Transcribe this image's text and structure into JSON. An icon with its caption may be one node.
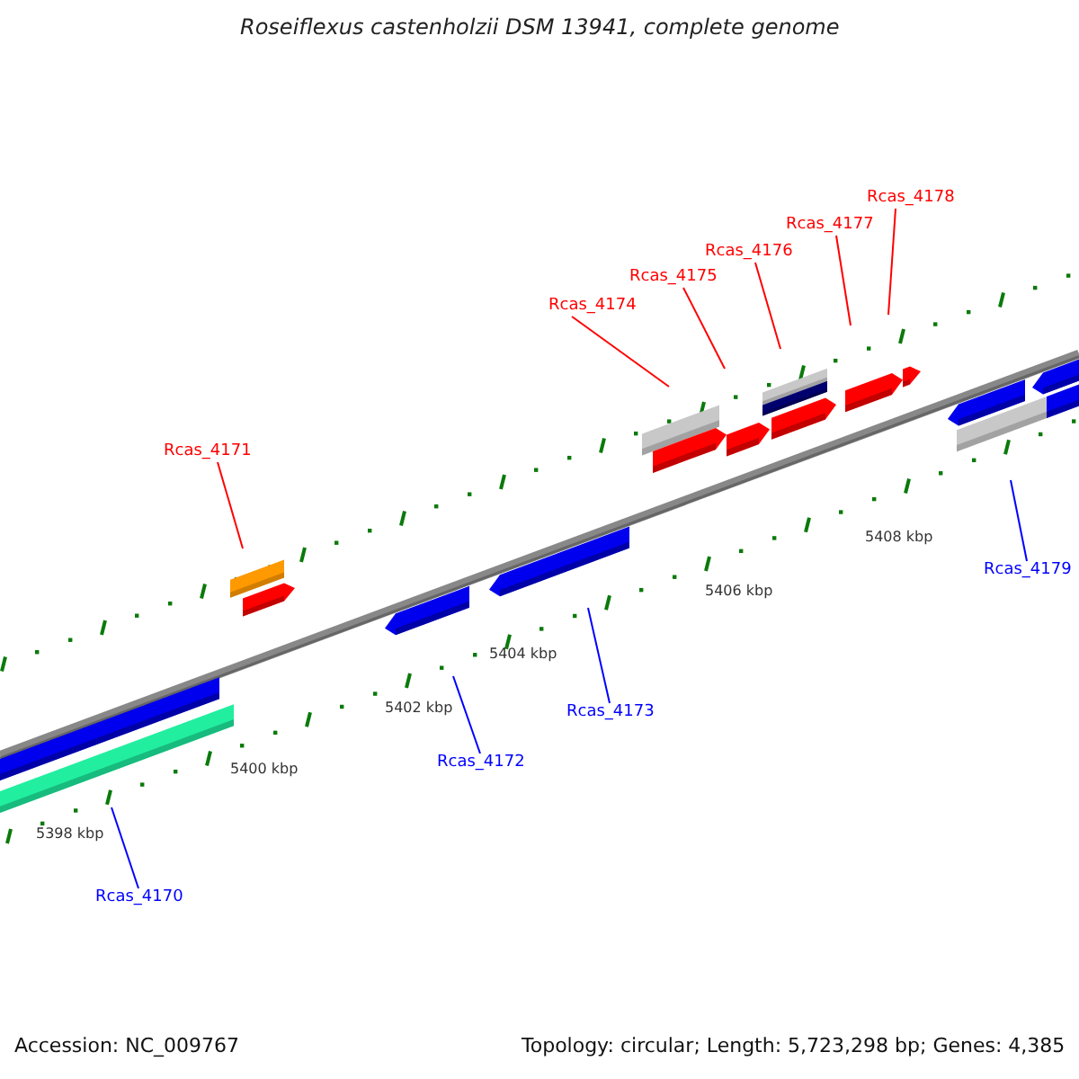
{
  "diagram": {
    "title": "Roseiflexus castenholzii DSM 13941, complete genome",
    "nodes": [
      {
        "text": [
          "Rcas_4170"
        ]
      },
      {
        "text": [
          "Rcas_4171"
        ]
      },
      {
        "text": [
          "Rcas_4172"
        ]
      },
      {
        "text": [
          "Rcas_4173"
        ]
      },
      {
        "text": [
          "Rcas_4174"
        ]
      },
      {
        "text": [
          "Rcas_4175"
        ]
      },
      {
        "text": [
          "Rcas_4176"
        ]
      },
      {
        "text": [
          "Rcas_4177"
        ]
      },
      {
        "text": [
          "Rcas_4178"
        ]
      },
      {
        "text": [
          "Rcas_4179"
        ]
      }
    ],
    "edges": [
      {
        "from": 0,
        "to": null,
        "arrow": "none",
        "color": "#0000ff"
      },
      {
        "from": 1,
        "to": null,
        "arrow": "none"
      },
      {
        "from": 2,
        "to": null,
        "arrow": "none",
        "color": "#0000ff"
      },
      {
        "from": 3,
        "to": null,
        "arrow": "none",
        "color": "#0000ff"
      },
      {
        "from": 4,
        "to": null,
        "arrow": "none"
      },
      {
        "from": 5,
        "to": null,
        "arrow": "none"
      },
      {
        "from": 6,
        "to": null,
        "arrow": "none"
      },
      {
        "from": 7,
        "to": null,
        "arrow": "none"
      },
      {
        "from": 8,
        "to": null,
        "arrow": "none"
      },
      {
        "from": 9,
        "to": null,
        "arrow": "none",
        "color": "#0000ff"
      }
    ],
    "labels": [
      "5398 kbp",
      "5400 kbp",
      "5402 kbp",
      "5404 kbp",
      "5406 kbp",
      "5408 kbp",
      "Accession: NC_009767",
      "Topology: circular; Length: 5,723,298 bp; Genes: 4,385"
    ]
  }
}
